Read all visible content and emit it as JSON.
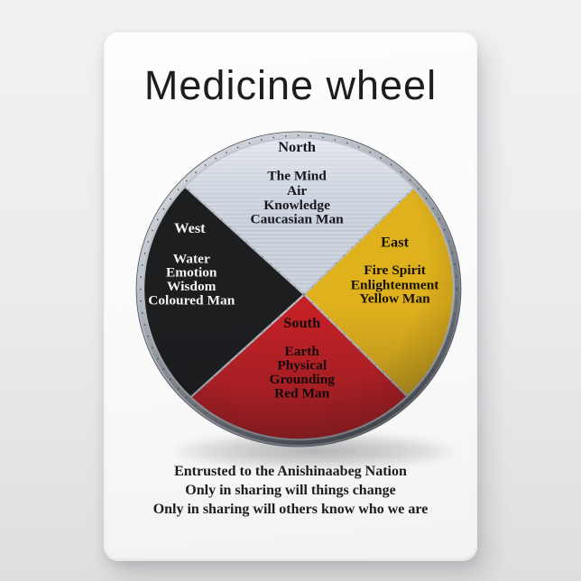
{
  "title": "Medicine wheel",
  "wheel": {
    "rim_color": "#b2b6bc",
    "quadrants": [
      {
        "id": "north",
        "direction": "North",
        "lines": [
          "The Mind",
          "Air",
          "Knowledge",
          "Caucasian Man"
        ],
        "color": "#c7cfda",
        "text_color": "#15171c"
      },
      {
        "id": "east",
        "direction": "East",
        "lines": [
          "Fire Spirit",
          "Enlightenment",
          "Yellow Man"
        ],
        "color": "#dfb11d",
        "text_color": "#17130a"
      },
      {
        "id": "south",
        "direction": "South",
        "lines": [
          "Earth",
          "Physical",
          "Grounding",
          "Red Man"
        ],
        "color": "#c52126",
        "text_color": "#140a0b"
      },
      {
        "id": "west",
        "direction": "West",
        "lines": [
          "Water",
          "Emotion",
          "Wisdom",
          "Coloured Man"
        ],
        "color": "#1d1e20",
        "text_color": "#f4f3f0"
      }
    ]
  },
  "footer": {
    "lines": [
      "Entrusted to the Anishinaabeg Nation",
      "Only in sharing will things change",
      "Only in sharing will others know who we are"
    ]
  }
}
